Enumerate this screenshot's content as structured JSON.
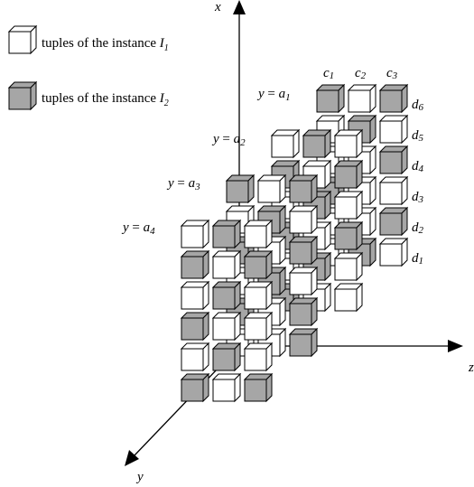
{
  "legend": {
    "white_label": "tuples of the instance ",
    "white_var": "I",
    "white_sub": "1",
    "gray_label": "tuples of the instance ",
    "gray_var": "I",
    "gray_sub": "2"
  },
  "axes": {
    "x": "x",
    "y": "y",
    "z": "z"
  },
  "planes": [
    {
      "var": "y",
      "eq": " = ",
      "val": "a",
      "sub": "1"
    },
    {
      "var": "y",
      "eq": " = ",
      "val": "a",
      "sub": "2"
    },
    {
      "var": "y",
      "eq": " = ",
      "val": "a",
      "sub": "3"
    },
    {
      "var": "y",
      "eq": " = ",
      "val": "a",
      "sub": "4"
    }
  ],
  "columns": [
    {
      "base": "c",
      "sub": "1"
    },
    {
      "base": "c",
      "sub": "2"
    },
    {
      "base": "c",
      "sub": "3"
    }
  ],
  "rows": [
    {
      "base": "d",
      "sub": "6"
    },
    {
      "base": "d",
      "sub": "5"
    },
    {
      "base": "d",
      "sub": "4"
    },
    {
      "base": "d",
      "sub": "3"
    },
    {
      "base": "d",
      "sub": "2"
    },
    {
      "base": "d",
      "sub": "1"
    }
  ],
  "colors": {
    "white_cube": "#ffffff",
    "gray_cube": "#a6a6a6",
    "stroke": "#000000"
  },
  "layers": [
    {
      "plane": "a1",
      "cells": [
        [
          "g",
          "w",
          "g"
        ],
        [
          "w",
          "g",
          "w"
        ],
        [
          "w",
          "w",
          "g"
        ],
        [
          "g",
          "w",
          "w"
        ],
        [
          "w",
          "w",
          "g"
        ],
        [
          "w",
          "g",
          "w"
        ]
      ]
    },
    {
      "plane": "a2",
      "cells": [
        [
          "w",
          "g",
          "w"
        ],
        [
          "g",
          "w",
          "g"
        ],
        [
          "w",
          "g",
          "w"
        ],
        [
          "g",
          "w",
          "g"
        ],
        [
          "w",
          "g",
          "w"
        ],
        [
          "g",
          "w",
          "w"
        ]
      ]
    },
    {
      "plane": "a3",
      "cells": [
        [
          "g",
          "w",
          "g"
        ],
        [
          "w",
          "g",
          "w"
        ],
        [
          "g",
          "w",
          "g"
        ],
        [
          "w",
          "g",
          "w"
        ],
        [
          "g",
          "w",
          "g"
        ],
        [
          "w",
          "w",
          "g"
        ]
      ]
    },
    {
      "plane": "a4",
      "cells": [
        [
          "w",
          "g",
          "w"
        ],
        [
          "g",
          "w",
          "g"
        ],
        [
          "w",
          "g",
          "w"
        ],
        [
          "g",
          "w",
          "w"
        ],
        [
          "w",
          "g",
          "w"
        ],
        [
          "g",
          "w",
          "g"
        ]
      ]
    }
  ]
}
